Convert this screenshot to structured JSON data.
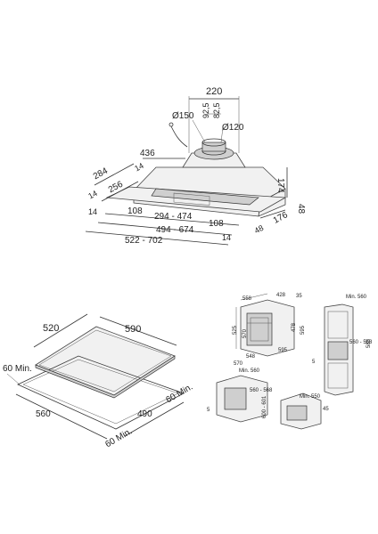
{
  "hood": {
    "d220": "220",
    "d92_5": "92,5",
    "d82_5": "82,5",
    "d150": "Ø150",
    "d120": "Ø120",
    "d436": "436",
    "d284": "284",
    "d14a": "14",
    "d256": "256",
    "d14b": "14",
    "d174": "174",
    "d48a": "48",
    "d108a": "108",
    "d294_474": "294 - 474",
    "d108b": "108",
    "d14c": "14",
    "d176": "176",
    "d494_674": "494 - 674",
    "d48b": "48",
    "d522_702": "522 - 702",
    "d14d": "14"
  },
  "hob": {
    "d520": "520",
    "d590": "590",
    "d60min_left": "60 Min.",
    "d60min_right": "60 Min.",
    "d490": "490",
    "d560": "560",
    "d60min_bottom": "60 Min."
  },
  "oven": {
    "d558": "558",
    "d428": "428",
    "d35": "35",
    "d525": "525",
    "d570": "570",
    "d478": "478",
    "d595a": "595",
    "d548": "548",
    "d595b": "595",
    "d570b": "570",
    "col_min560": "Min. 560",
    "col_583": "583",
    "col_560_568": "560 - 568",
    "col_5": "5",
    "ucab_min560": "Min. 560",
    "ucab_560_568": "560 - 568",
    "ucab_600_601": "600 - 601",
    "ucab_5": "5",
    "ucab_min550": "Min. 550",
    "ucab_45": "45"
  }
}
